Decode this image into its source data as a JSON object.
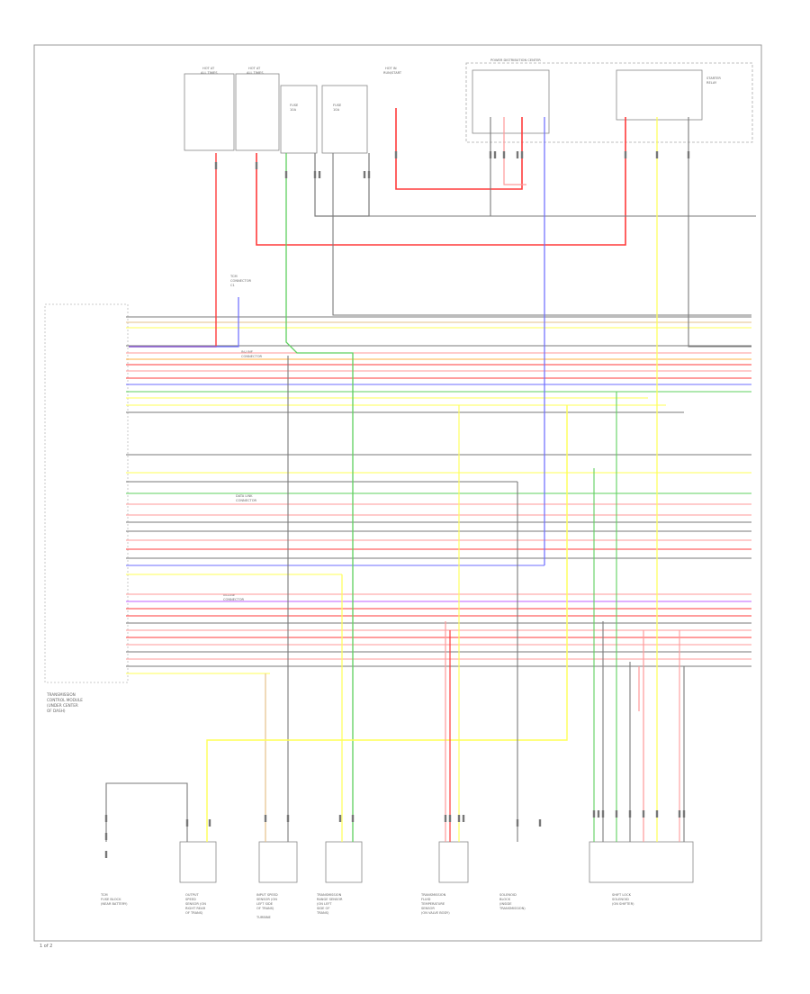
{
  "page": {
    "footer_code": "1 of 2"
  },
  "colors": {
    "background": "#ffffff",
    "border": "#9a9a9a",
    "wire_red": "#ff3b3b",
    "wire_pink": "#ff9a9a",
    "wire_yellow": "#ffff55",
    "wire_green": "#5fd05f",
    "wire_blue": "#6c6cff",
    "wire_gray": "#7a7a7a",
    "wire_tan": "#e6c08a",
    "wire_purple": "#c060ff",
    "wire_orange": "#ffb040"
  },
  "diagram": {
    "title_block": [
      "TRANSMISSION",
      "CONTROL MODULE",
      "(UNDER CENTER",
      "OF DASH)"
    ],
    "top_components": [
      {
        "id": "fuse-a",
        "label": [
          "HOT AT",
          "ALL TIMES"
        ]
      },
      {
        "id": "fuse-b",
        "label": [
          "HOT AT",
          "ALL TIMES"
        ]
      },
      {
        "id": "relay-a",
        "label": [
          "FUSE",
          "10A"
        ]
      },
      {
        "id": "relay-b",
        "label": [
          "FUSE",
          "10A"
        ]
      },
      {
        "id": "fuse-c",
        "label": [
          "HOT IN",
          "RUN/START"
        ]
      },
      {
        "id": "panel",
        "label": [
          "POWER DISTRIBUTION CENTER"
        ]
      },
      {
        "id": "relay-right",
        "label": [
          "STARTER",
          "RELAY"
        ]
      }
    ],
    "bottom_components": [
      {
        "id": "bc-1",
        "label": [
          "TCM",
          "FUSE BLOCK",
          "(NEAR BATTERY)"
        ]
      },
      {
        "id": "bc-2",
        "label": [
          "OUTPUT",
          "SPEED",
          "SENSOR (ON",
          "RIGHT REAR",
          "OF TRANS)"
        ]
      },
      {
        "id": "bc-3",
        "label": [
          "INPUT SPEED",
          "SENSOR (ON",
          "LEFT SIDE",
          "OF TRANS)",
          "TURBINE"
        ]
      },
      {
        "id": "bc-4",
        "label": [
          "TRANSMISSION",
          "RANGE SENSOR",
          "(ON LEFT",
          "SIDE OF",
          "TRANS)"
        ]
      },
      {
        "id": "bc-5",
        "label": [
          "TRANSMISSION",
          "FLUID",
          "TEMPERATURE",
          "SENSOR",
          "(ON VALVE BODY)"
        ]
      },
      {
        "id": "bc-6",
        "label": [
          "SOLENOID",
          "BLOCK",
          "(INSIDE",
          "TRANSMISSION)"
        ]
      },
      {
        "id": "bc-7",
        "label": [
          "SHIFT LOCK",
          "SOLENOID",
          "(ON SHIFTER)"
        ]
      }
    ],
    "callouts": [
      {
        "id": "c-1",
        "label": [
          "TCM",
          "CONNECTOR",
          "C1"
        ]
      },
      {
        "id": "c-2",
        "label": [
          "IN-LINE",
          "CONNECTOR"
        ]
      },
      {
        "id": "c-3",
        "label": [
          "DATA LINK",
          "CONNECTOR"
        ]
      },
      {
        "id": "c-4",
        "label": [
          "IN-LINE",
          "CONNECTOR"
        ]
      }
    ]
  }
}
